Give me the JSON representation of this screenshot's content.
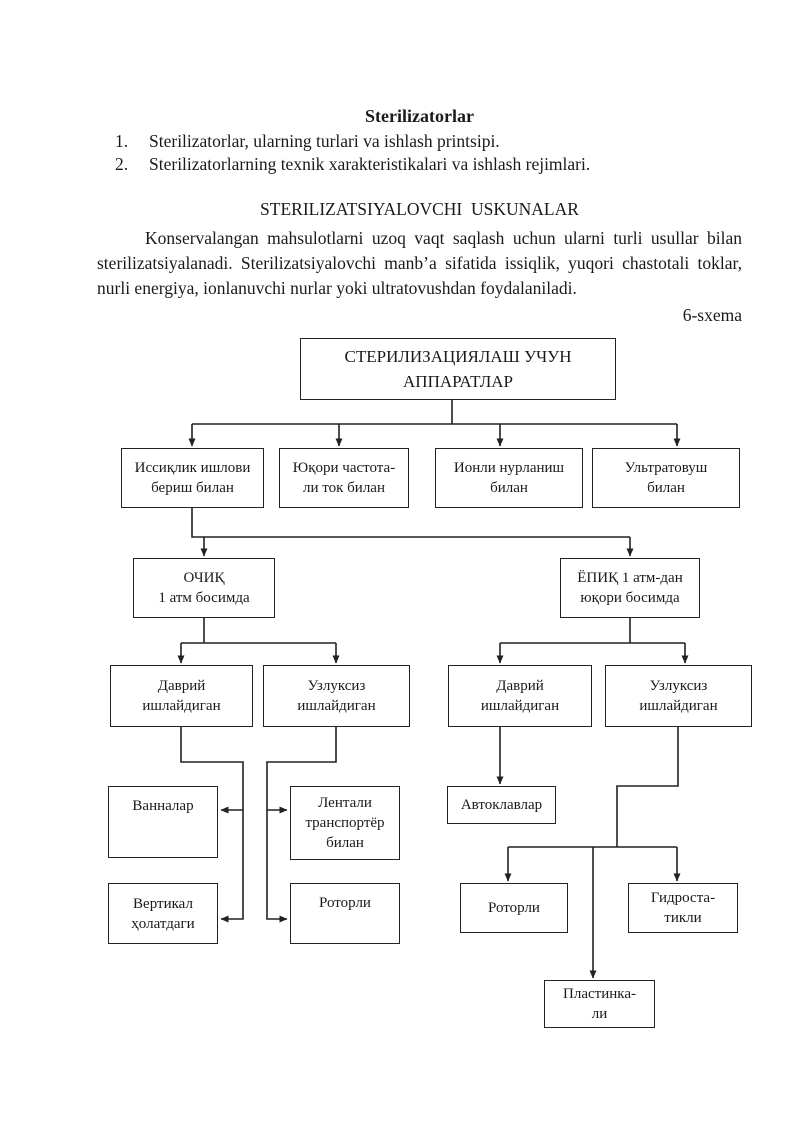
{
  "page": {
    "title": "Sterilizatorlar",
    "list": [
      {
        "num": "1.",
        "text": "Sterilizatorlar, ularning turlari va ishlash printsipi."
      },
      {
        "num": "2.",
        "text": "Sterilizatorlarning texnik xarakteristikalari va ishlash rejimlari."
      }
    ],
    "section_heading": "STERILIZATSIYALOVCHI  USKUNALAR",
    "paragraph": "Konservalangan mahsulotlarni uzoq vaqt saqlash uchun ularni turli usullar bilan sterilizatsiyalanadi. Sterilizatsiyalovchi manb’a sifatida issiqlik, yuqori chastotali toklar, nurli energiya, ionlanuvchi nurlar yoki ultratovushdan foydalaniladi.",
    "schema_label": "6-sxema"
  },
  "diagram": {
    "boxes": {
      "root": [
        "СТЕРИЛИЗАЦИЯЛАШ УЧУН",
        "АППАРАТЛАР"
      ],
      "issiqlik": [
        "Иссиқлик ишлови",
        "бериш билан"
      ],
      "chastota": [
        "Юқори частота-",
        "ли ток билан"
      ],
      "ionli": [
        "Ионли нурланиш",
        "билан"
      ],
      "ultratovush": [
        "Ультратовуш",
        "билан"
      ],
      "ochiq": [
        "ОЧИҚ",
        "1 атм босимда"
      ],
      "yopiq": [
        "ЁПИҚ 1 атм-дан",
        "юқори босимда"
      ],
      "davriy_left": [
        "Даврий",
        "ишлайдиган"
      ],
      "uzluksiz_left": [
        "Узлуксиз",
        "ишлайдиган"
      ],
      "davriy_right": [
        "Даврий",
        "ишлайдиган"
      ],
      "uzluksiz_right": [
        "Узлуксиз",
        "ишлайдиган"
      ],
      "vannalar": [
        "Ванналар"
      ],
      "lentali": [
        "Лентали",
        "транспортёр",
        "билан"
      ],
      "avtoklavlar": [
        "Автоклавлар"
      ],
      "vertikal": [
        "Вертикал",
        "ҳолатдаги"
      ],
      "rotorli_left": [
        "Роторли"
      ],
      "rotorli_right": [
        "Роторли"
      ],
      "gidrostatikli": [
        "Гидроста-",
        "тикли"
      ],
      "plastinkali": [
        "Пластинка-",
        "ли"
      ]
    },
    "edges": [
      "root>issiqlik",
      "root>chastota",
      "root>ionli",
      "root>ultratovush",
      "issiqlik>ochiq",
      "issiqlik>yopiq",
      "ochiq>davriy_left",
      "ochiq>uzluksiz_left",
      "yopiq>davriy_right",
      "yopiq>uzluksiz_right",
      "davriy_left>vannalar",
      "davriy_left>vertikal",
      "uzluksiz_left>lentali",
      "uzluksiz_left>rotorli_left",
      "davriy_right>avtoklavlar",
      "uzluksiz_right>rotorli_right",
      "uzluksiz_right>gidrostatikli",
      "uzluksiz_right>plastinkali"
    ]
  }
}
